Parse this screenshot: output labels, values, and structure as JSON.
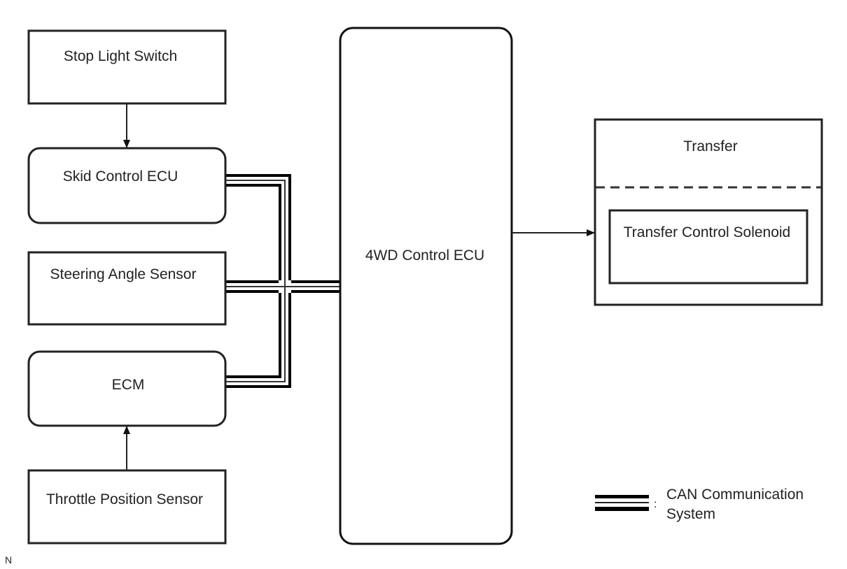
{
  "diagram": {
    "type": "block-diagram",
    "blocks": {
      "stop_light_switch": "Stop Light Switch",
      "skid_control_ecu": "Skid Control ECU",
      "steering_angle_sensor": "Steering Angle Sensor",
      "ecm": "ECM",
      "throttle_position_sensor": "Throttle Position Sensor",
      "fourwd_control_ecu": "4WD Control ECU",
      "transfer": "Transfer",
      "transfer_control_solenoid": "Transfer Control Solenoid"
    },
    "connections": [
      {
        "from": "Stop Light Switch",
        "to": "Skid Control ECU",
        "kind": "arrow"
      },
      {
        "from": "Throttle Position Sensor",
        "to": "ECM",
        "kind": "arrow"
      },
      {
        "from": "Skid Control ECU",
        "to": "4WD Control ECU",
        "kind": "CAN"
      },
      {
        "from": "Steering Angle Sensor",
        "to": "4WD Control ECU",
        "kind": "CAN"
      },
      {
        "from": "ECM",
        "to": "4WD Control ECU",
        "kind": "CAN"
      },
      {
        "from": "4WD Control ECU",
        "to": "Transfer Control Solenoid",
        "kind": "arrow"
      }
    ],
    "legend": {
      "separator": ":",
      "line1": "CAN Communication",
      "line2": "System"
    },
    "corner_mark": "N"
  }
}
